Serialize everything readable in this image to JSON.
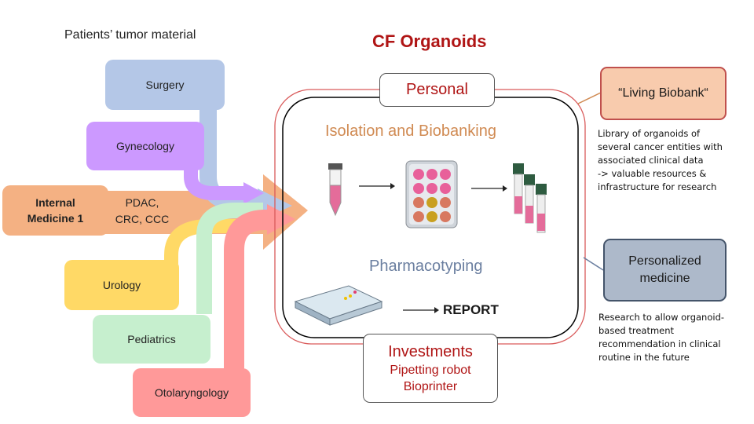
{
  "header": {
    "left_title": "Patients’ tumor material",
    "main_title": "CF Organoids"
  },
  "sources": [
    {
      "label": "Surgery",
      "color": "#b4c7e7"
    },
    {
      "label": "Gynecology",
      "color": "#cc99ff"
    },
    {
      "label": "Internal Medicine 1",
      "color": "#f4b183"
    },
    {
      "label": "Urology",
      "color": "#ffd966"
    },
    {
      "label": "Pediatrics",
      "color": "#c6efce"
    },
    {
      "label": "Otolaryngology",
      "color": "#ff9999"
    }
  ],
  "internal_medicine_detail": {
    "line1": "PDAC,",
    "line2": "CRC, CCC"
  },
  "internal_medicine_lines": {
    "line1": "Internal",
    "line2": "Medicine 1"
  },
  "center": {
    "top_box": "Personal",
    "isolation": "Isolation and Biobanking",
    "pharmacotyping": "Pharmacotyping",
    "report": "REPORT",
    "investments": {
      "title": "Investments",
      "line1": "Pipetting robot",
      "line2": "Bioprinter"
    }
  },
  "living_biobank": {
    "label": "“Living Biobank“",
    "description": [
      "Library of organoids of",
      "several cancer entities with",
      "associated clinical data",
      "-> valuable resources &",
      "infrastructure for research"
    ]
  },
  "personalized_medicine": {
    "line1": "Personalized",
    "line2": "medicine",
    "description": [
      "Research to allow organoid-",
      "based treatment",
      "recommendation in clinical",
      "routine in the future"
    ]
  },
  "colors": {
    "accent_red": "#b01515",
    "isolation_orange": "#d08a52",
    "pharmacotyping_blue": "#6b7fa0",
    "biobank_fill": "#f8cbad",
    "personalized_fill": "#adb9ca"
  }
}
